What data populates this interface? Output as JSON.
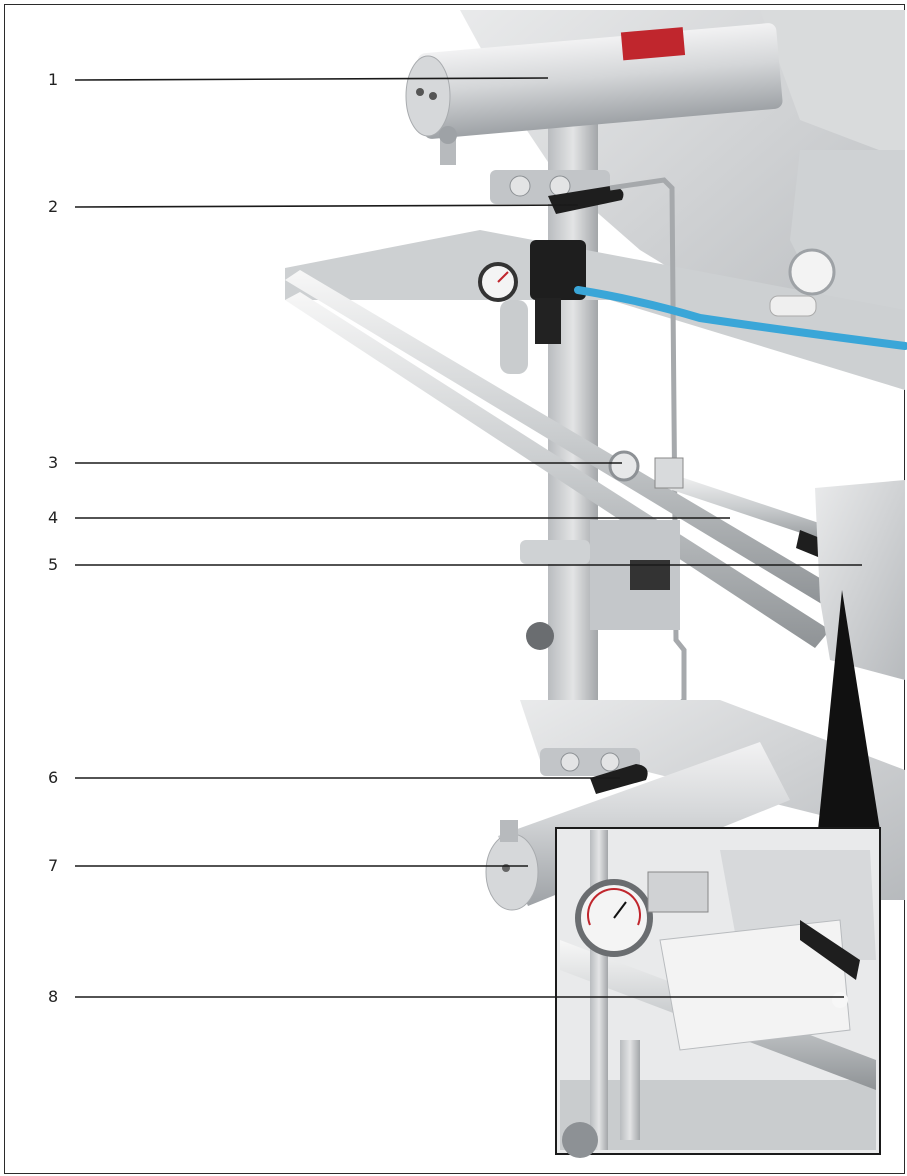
{
  "callouts": [
    {
      "label": "1"
    },
    {
      "label": "2"
    },
    {
      "label": "3"
    },
    {
      "label": "4"
    },
    {
      "label": "5"
    },
    {
      "label": "6"
    },
    {
      "label": "7"
    },
    {
      "label": "8"
    }
  ],
  "colors": {
    "steel_light": "#e6e7e8",
    "steel_mid": "#bfc2c5",
    "steel_dark": "#8d9195",
    "handle_black": "#1e1e1e",
    "tube_blue": "#3aa6d8",
    "warning_red": "#c0262d",
    "line": "#1a1a1a",
    "frame_border": "#2b2b2b"
  },
  "icons": {
    "gauge": "pressure-gauge-icon",
    "valve": "ball-valve-icon"
  }
}
